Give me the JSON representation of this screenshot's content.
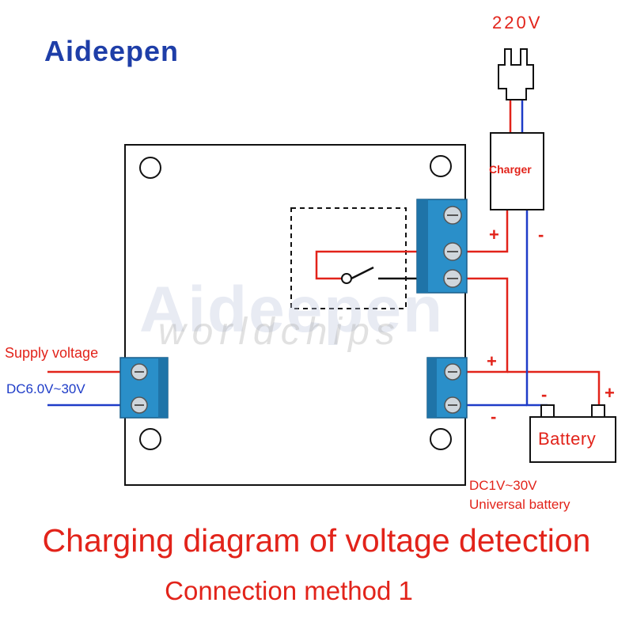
{
  "brand": {
    "logo": "Aideepen",
    "watermark_logo": "Aideepen",
    "watermark_site": "worldchips"
  },
  "mains": {
    "voltage": "220V"
  },
  "charger": {
    "label": "Charger"
  },
  "supply": {
    "label": "Supply voltage",
    "range": "DC6.0V~30V"
  },
  "battery": {
    "label": "Battery",
    "range": "DC1V~30V",
    "type": "Universal battery"
  },
  "signs": {
    "charger_pos": "+",
    "charger_neg": "-",
    "relay_pos": "+",
    "out_pos": "+",
    "out_neg": "-",
    "battery_neg": "-",
    "battery_pos": "+"
  },
  "caption": {
    "title": "Charging diagram of voltage detection",
    "subtitle": "Connection method 1"
  },
  "colors": {
    "positive_wire": "#e2231a",
    "negative_wire": "#1e3cc8",
    "terminal_block": "#2a8fc9",
    "logo_blue": "#1e3ea8",
    "logo_accent": "#f5a623"
  }
}
